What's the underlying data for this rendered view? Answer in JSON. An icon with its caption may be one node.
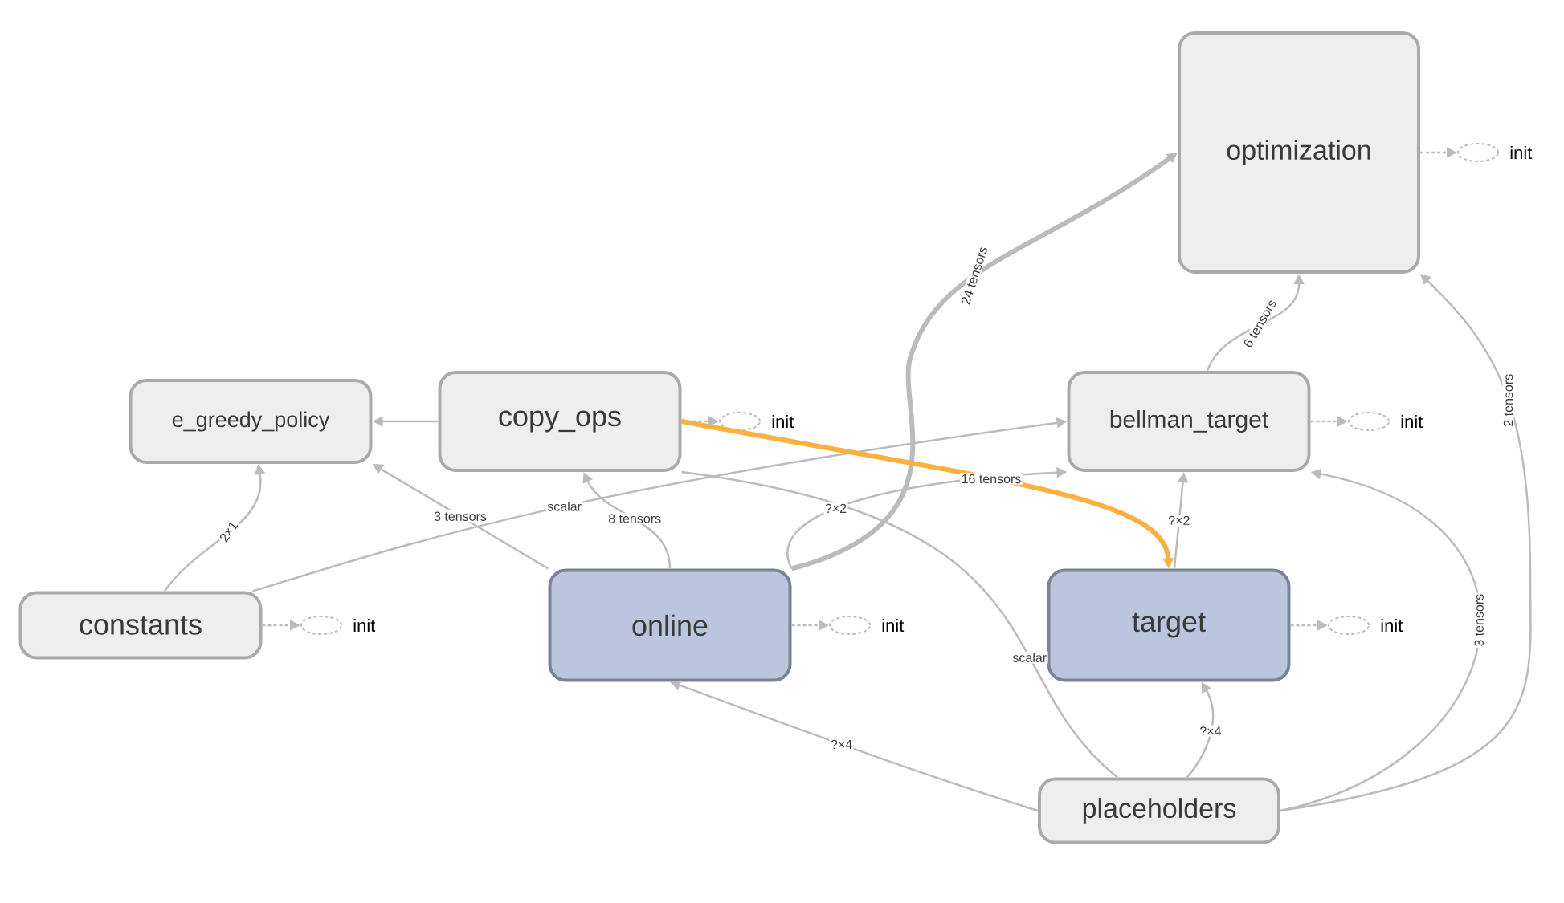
{
  "diagram": {
    "nodes": [
      {
        "text": [
          "optimization"
        ]
      },
      {
        "text": [
          "e_greedy_policy"
        ]
      },
      {
        "text": [
          "copy_ops"
        ]
      },
      {
        "text": [
          "bellman_target"
        ]
      },
      {
        "text": [
          "constants"
        ]
      },
      {
        "text": [
          "online"
        ]
      },
      {
        "text": [
          "target"
        ]
      },
      {
        "text": [
          "placeholders"
        ]
      },
      {
        "text": [],
        "shape": "ellipse",
        "beside": [
          "init"
        ]
      },
      {
        "text": [],
        "shape": "ellipse",
        "beside": [
          "init"
        ]
      },
      {
        "text": [],
        "shape": "ellipse",
        "beside": [
          "init"
        ]
      },
      {
        "text": [],
        "shape": "ellipse",
        "beside": [
          "init"
        ]
      },
      {
        "text": [],
        "shape": "ellipse",
        "beside": [
          "init"
        ]
      },
      {
        "text": [],
        "shape": "ellipse",
        "beside": [
          "init"
        ]
      }
    ],
    "edges": [
      {
        "from": 4,
        "to": 1,
        "arrow": "to",
        "label": "2×1"
      },
      {
        "from": 4,
        "to": 3,
        "arrow": "to",
        "label": "scalar"
      },
      {
        "from": 2,
        "to": 1,
        "arrow": "to"
      },
      {
        "from": 5,
        "to": 1,
        "arrow": "to",
        "label": "3 tensors"
      },
      {
        "from": 5,
        "to": 2,
        "arrow": "to",
        "label": "8 tensors"
      },
      {
        "from": 5,
        "to": 3,
        "arrow": "to",
        "label": "?×2"
      },
      {
        "from": 5,
        "to": 0,
        "arrow": "to",
        "label": "24 tensors",
        "style": "thick"
      },
      {
        "from": 2,
        "to": 6,
        "arrow": "to",
        "label": "16 tensors",
        "style": "thick",
        "color": "#fbb040"
      },
      {
        "from": 7,
        "to": 2,
        "arrow": "none",
        "label": "scalar"
      },
      {
        "from": 6,
        "to": 3,
        "arrow": "to",
        "label": "?×2"
      },
      {
        "from": 3,
        "to": 0,
        "arrow": "to",
        "label": "6 tensors"
      },
      {
        "from": 7,
        "to": 5,
        "arrow": "to",
        "label": "?×4"
      },
      {
        "from": 7,
        "to": 6,
        "arrow": "to",
        "label": "?×4"
      },
      {
        "from": 7,
        "to": 3,
        "arrow": "to",
        "label": "3 tensors"
      },
      {
        "from": 7,
        "to": 0,
        "arrow": "to",
        "label": "2 tensors"
      },
      {
        "from": 0,
        "to": 8,
        "arrow": "to",
        "style": "dashed"
      },
      {
        "from": 2,
        "to": 9,
        "arrow": "to",
        "style": "dashed"
      },
      {
        "from": 3,
        "to": 10,
        "arrow": "to",
        "style": "dashed"
      },
      {
        "from": 4,
        "to": 11,
        "arrow": "to",
        "style": "dashed"
      },
      {
        "from": 5,
        "to": 12,
        "arrow": "to",
        "style": "dashed"
      },
      {
        "from": 6,
        "to": 13,
        "arrow": "to",
        "style": "dashed"
      }
    ]
  }
}
